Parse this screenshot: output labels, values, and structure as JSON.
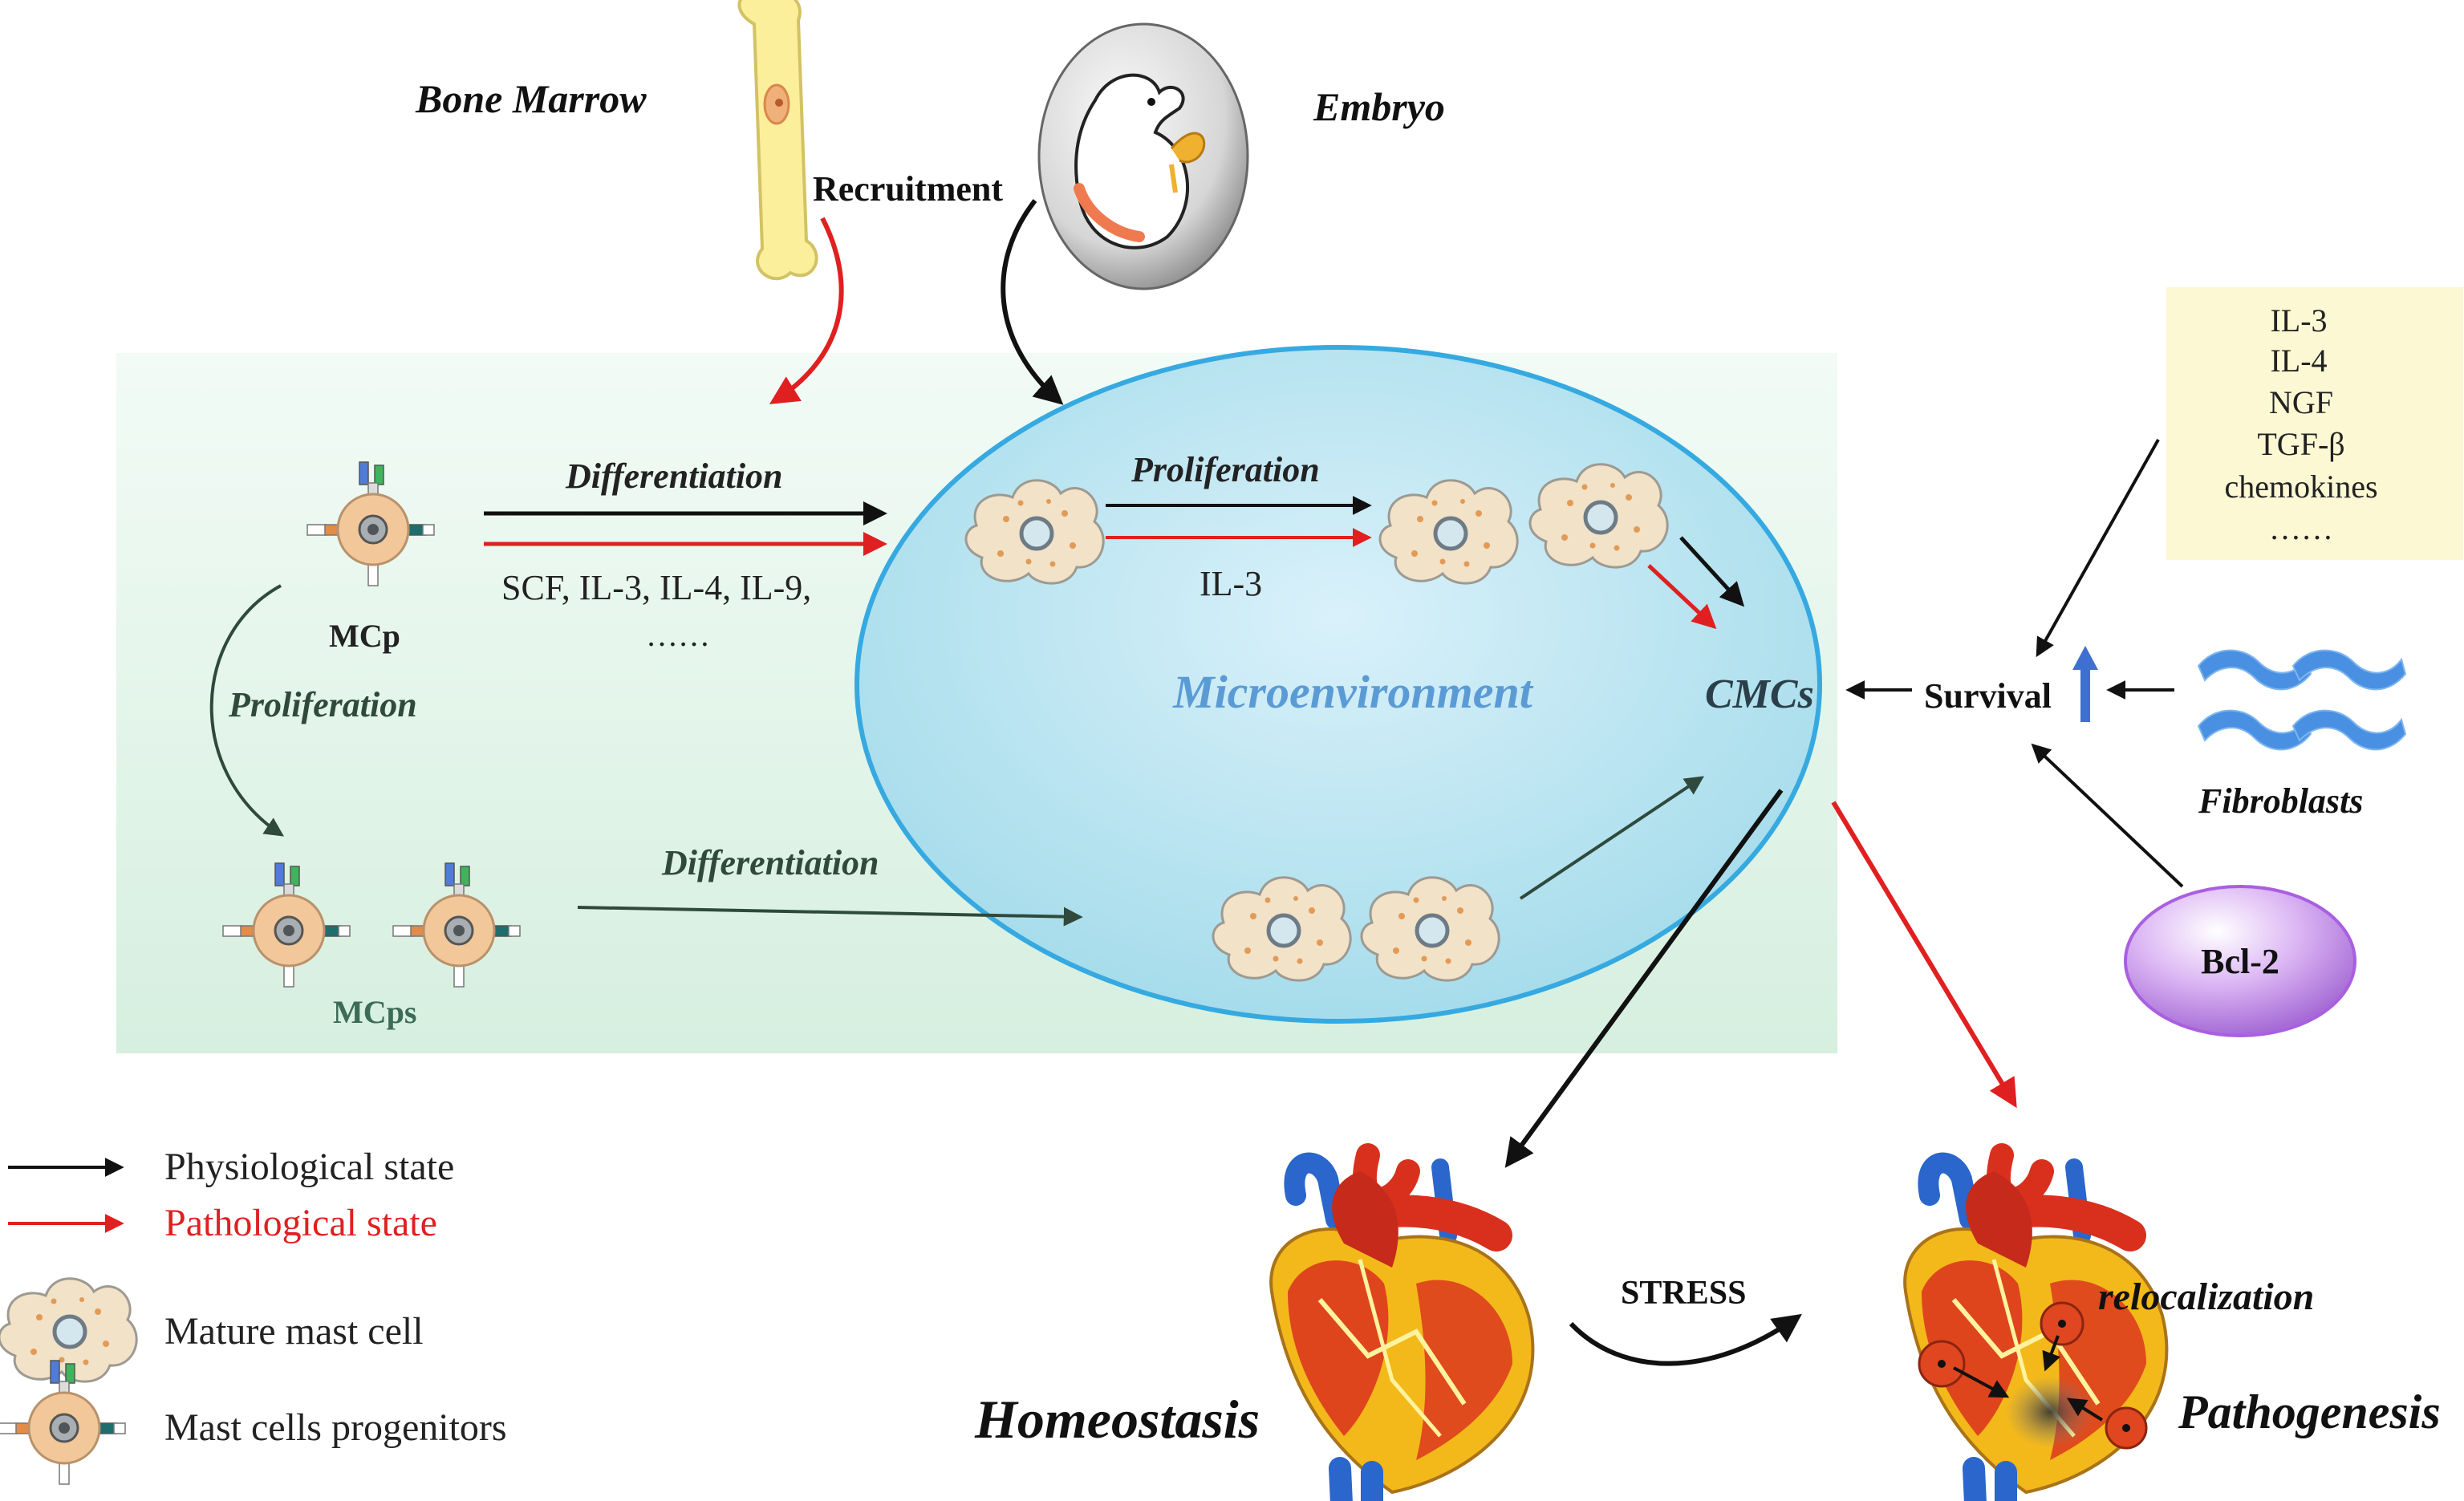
{
  "sources": {
    "bone_marrow": "Bone Marrow",
    "embryo": "Embryo",
    "recruitment": "Recruitment"
  },
  "progenitors": {
    "mcp": "MCp",
    "mcps": "MCps",
    "proliferation": "Proliferation",
    "differentiation_top": "Differentiation",
    "factors_line1": "SCF, IL-3, IL-4, IL-9,",
    "factors_line2": "……",
    "differentiation_bottom": "Differentiation"
  },
  "microenvironment": {
    "label": "Microenvironment",
    "proliferation": "Proliferation",
    "il3": "IL-3",
    "cmcs": "CMCs"
  },
  "survival": {
    "label": "Survival",
    "factors": [
      "IL-3",
      "IL-4",
      "NGF",
      "TGF-β",
      "chemokines",
      "……"
    ],
    "fibroblasts": "Fibroblasts",
    "bcl2": "Bcl-2"
  },
  "outcomes": {
    "homeostasis": "Homeostasis",
    "stress": "STRESS",
    "relocalization": "relocalization",
    "pathogenesis": "Pathogenesis"
  },
  "legend": {
    "physiological": "Physiological state",
    "pathological": "Pathological state",
    "mature": "Mature mast cell",
    "progenitors": "Mast cells progenitors"
  },
  "colors": {
    "physiological_arrow": "#111111",
    "pathological_arrow": "#e02020",
    "micro_fill": "#c9ecf5",
    "micro_stroke": "#36a9e1",
    "micro_label": "#5b9bd5",
    "panel_fill": "#e3f4ea",
    "cytokine_box": "#fbf8d3",
    "bcl2_fill": "#d4a8ee",
    "fibroblast": "#4a90e2",
    "heart_red": "#d9301e",
    "heart_yellow": "#f3b91a",
    "vessel_blue": "#2a66cc"
  },
  "icons": [
    "bone-icon",
    "embryo-icon",
    "mast-cell-icon",
    "progenitor-icon",
    "fibroblast-icon",
    "heart-icon",
    "up-arrow-icon"
  ]
}
